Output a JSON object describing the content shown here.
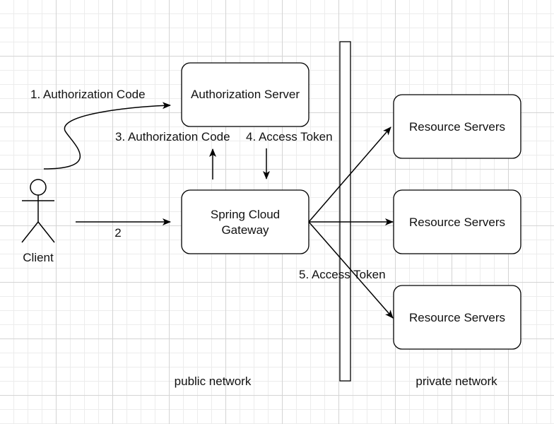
{
  "nodes": {
    "auth_server": "Authorization Server",
    "gateway": [
      "Spring Cloud",
      "Gateway"
    ],
    "resource_1": "Resource Servers",
    "resource_2": "Resource Servers",
    "resource_3": "Resource Servers"
  },
  "actor": {
    "label": "Client"
  },
  "edges": {
    "client_to_auth": "1. Authorization Code",
    "client_to_gateway": "2",
    "gateway_to_auth": "3. Authorization Code",
    "auth_to_gateway": "4. Access Token",
    "gateway_to_resources": "5. Access Token"
  },
  "zones": {
    "public": "public network",
    "private": "private network"
  }
}
